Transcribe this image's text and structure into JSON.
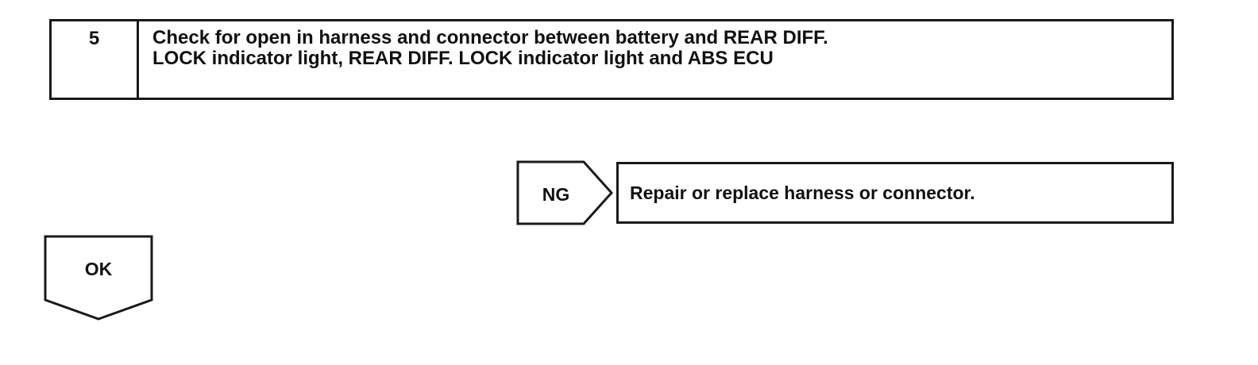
{
  "step": {
    "number": "5",
    "title": "Check for open in harness and connector between battery and REAR DIFF.\nLOCK indicator light, REAR DIFF. LOCK indicator light and ABS ECU"
  },
  "branches": {
    "ng": {
      "label": "NG",
      "action": "Repair or replace harness or connector."
    },
    "ok": {
      "label": "OK"
    }
  }
}
